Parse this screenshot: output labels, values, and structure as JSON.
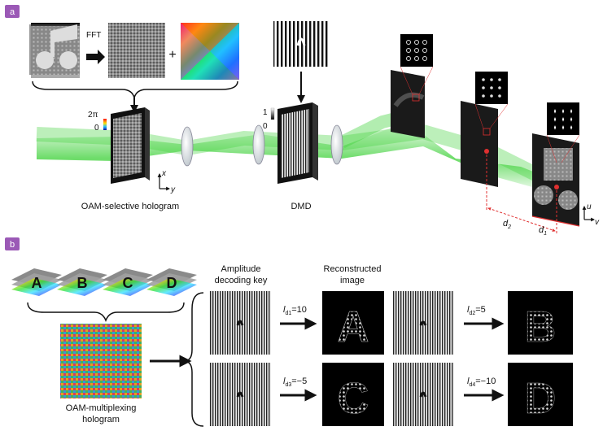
{
  "panel_a": {
    "label": "a",
    "fft_label": "FFT",
    "plus_sign": "+",
    "phase_scale_top": "2π",
    "phase_scale_bottom": "0",
    "dmd_scale_top": "1",
    "dmd_scale_bottom": "0",
    "axis_x": "x",
    "axis_y": "y",
    "axis_u": "u",
    "axis_v": "v",
    "hologram_caption": "OAM-selective hologram",
    "dmd_caption": "DMD",
    "d2_label": "d",
    "d2_sub": "2",
    "d1_label": "d",
    "d1_sub": "1"
  },
  "panel_b": {
    "label": "b",
    "letters": [
      "A",
      "B",
      "C",
      "D"
    ],
    "amplitude_header_line1": "Amplitude",
    "amplitude_header_line2": "decoding key",
    "reconstructed_header_line1": "Reconstructed",
    "reconstructed_header_line2": "image",
    "multiplex_caption_line1": "OAM-multiplexing",
    "multiplex_caption_line2": "hologram",
    "decodes": [
      {
        "l": "l",
        "sub": "d1",
        "value": "=10",
        "letter": "A"
      },
      {
        "l": "l",
        "sub": "d2",
        "value": "=5",
        "letter": "B"
      },
      {
        "l": "l",
        "sub": "d3",
        "value": "=−5",
        "letter": "C"
      },
      {
        "l": "l",
        "sub": "d4",
        "value": "=−10",
        "letter": "D"
      }
    ]
  },
  "colors": {
    "badge": "#9b59b6",
    "beam": "#3fd13a",
    "distance_marker": "#e03030"
  }
}
